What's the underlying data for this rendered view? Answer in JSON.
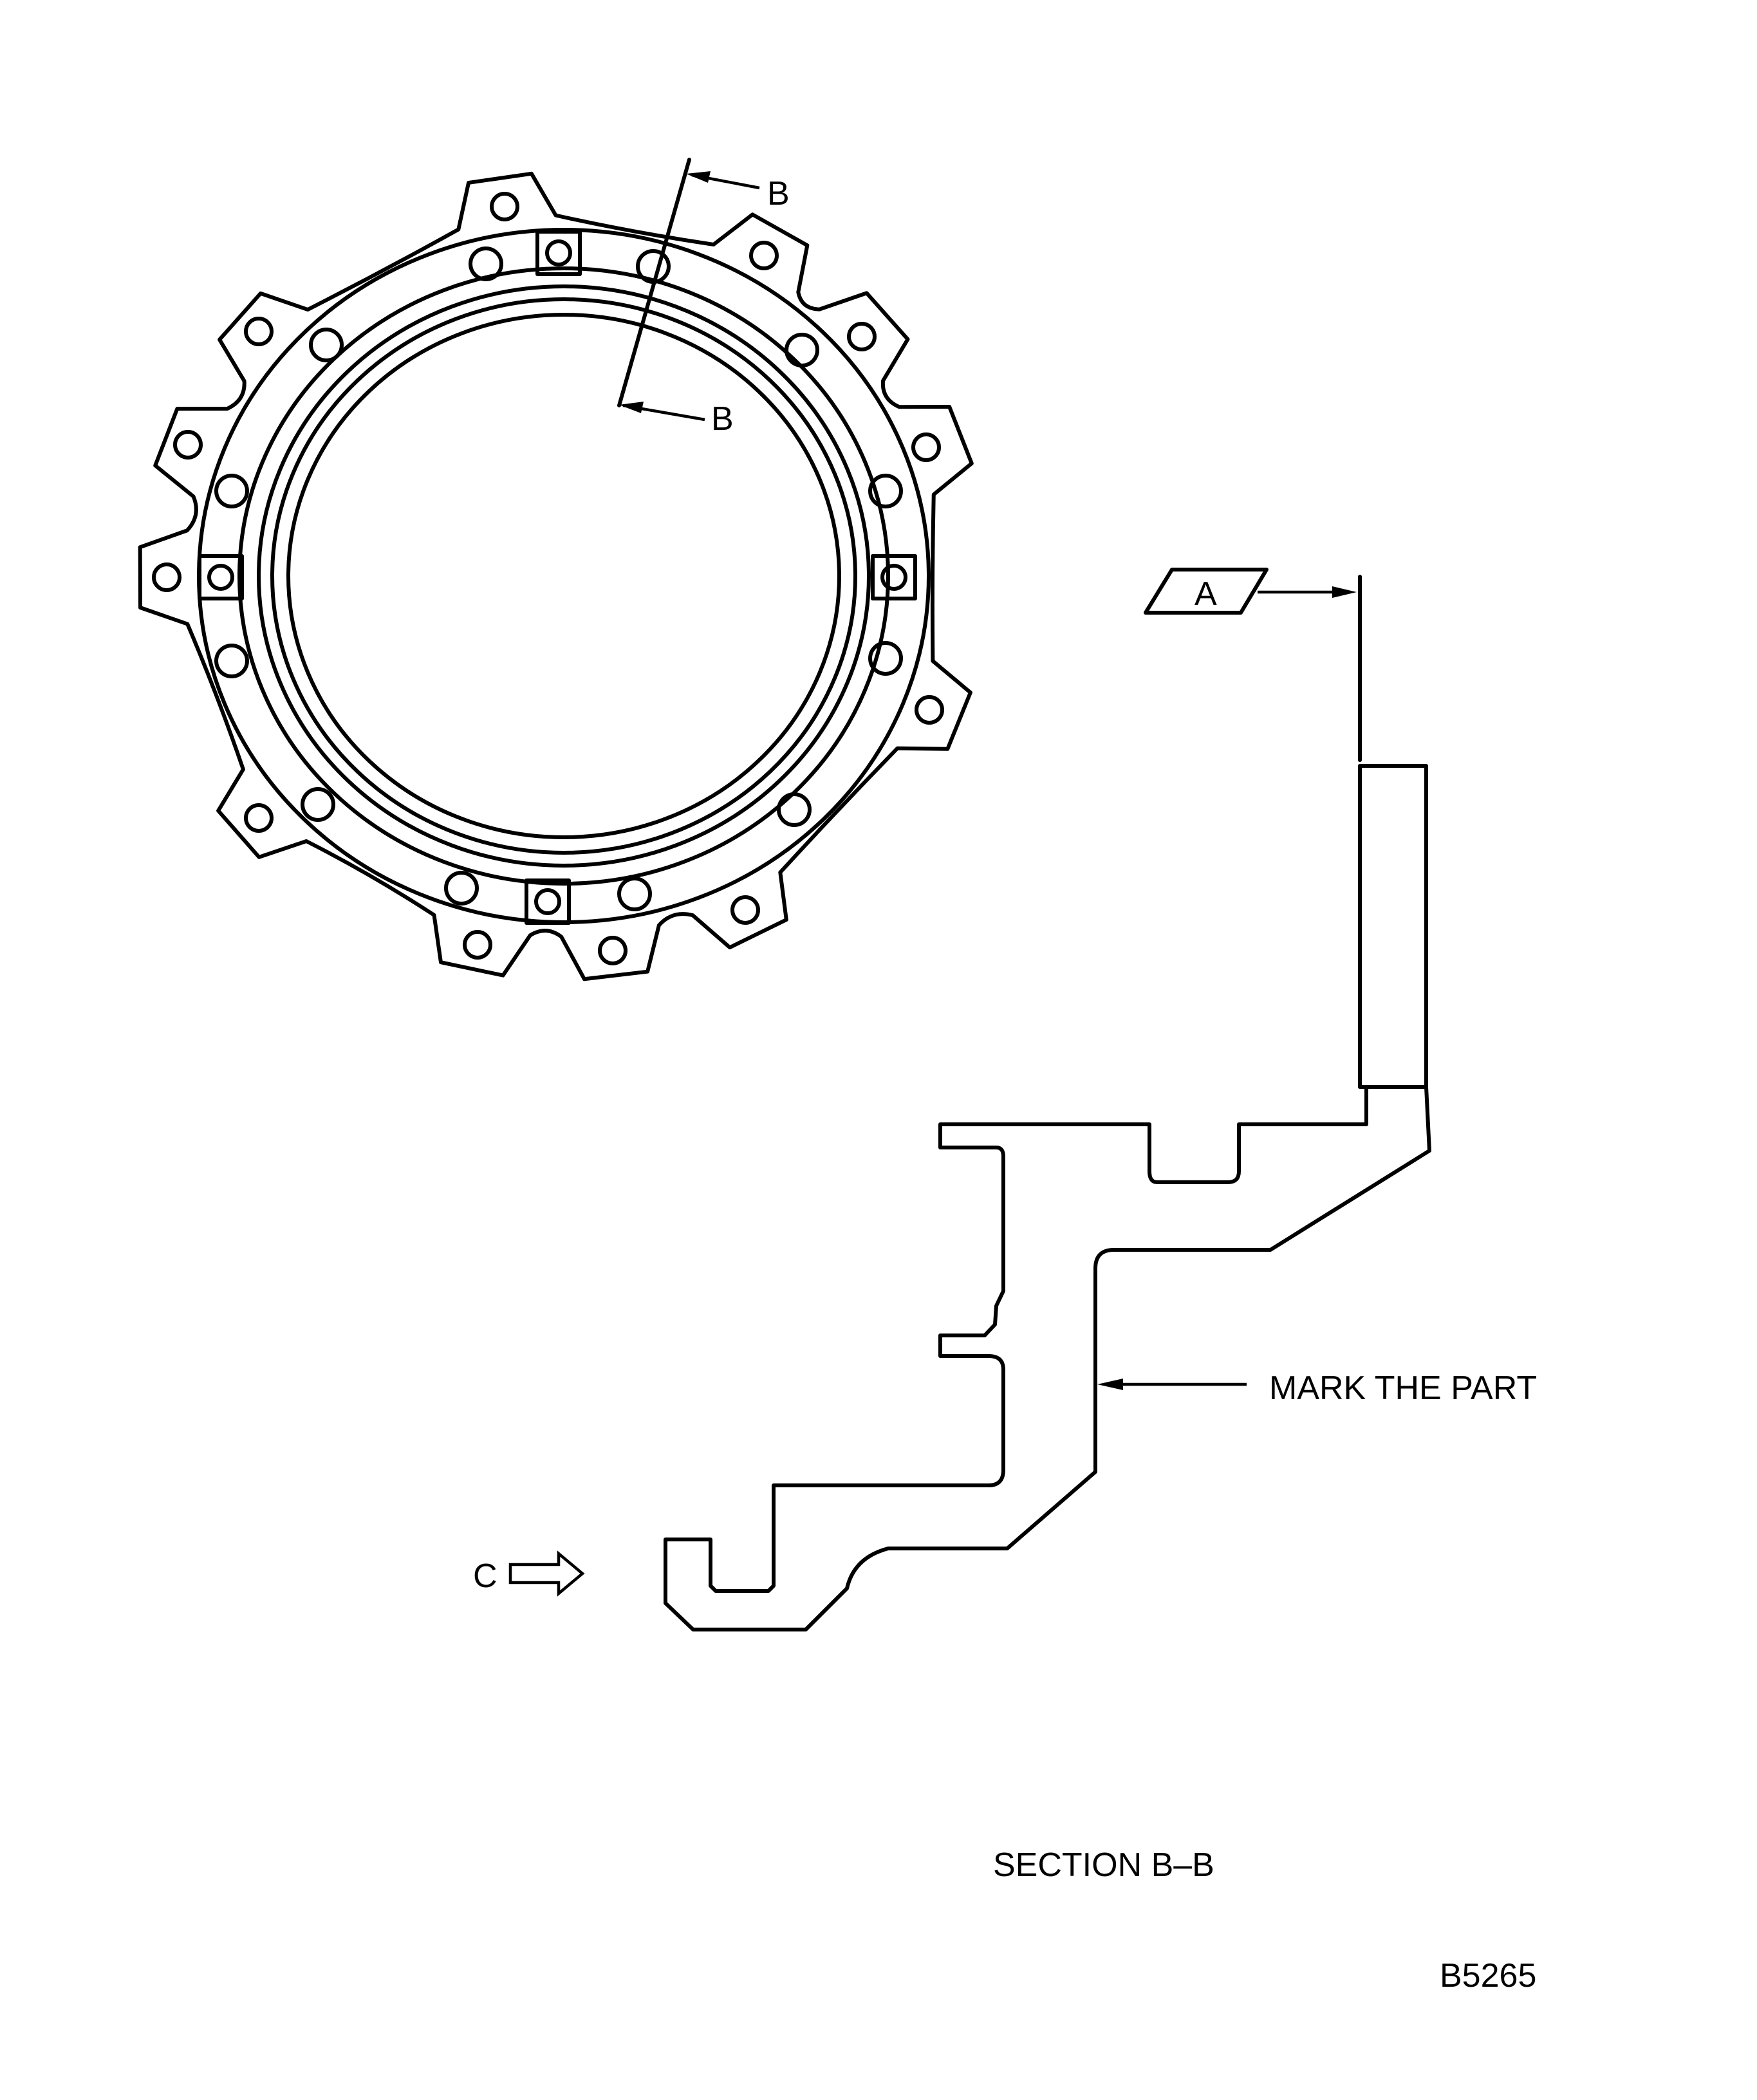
{
  "drawing": {
    "section_marker_top": "B",
    "section_marker_bottom": "B",
    "datum_label": "A",
    "mark_callout": "MARK THE PART",
    "view_arrow_label": "C",
    "section_title": "SECTION B–B",
    "figure_id": "B5265"
  }
}
